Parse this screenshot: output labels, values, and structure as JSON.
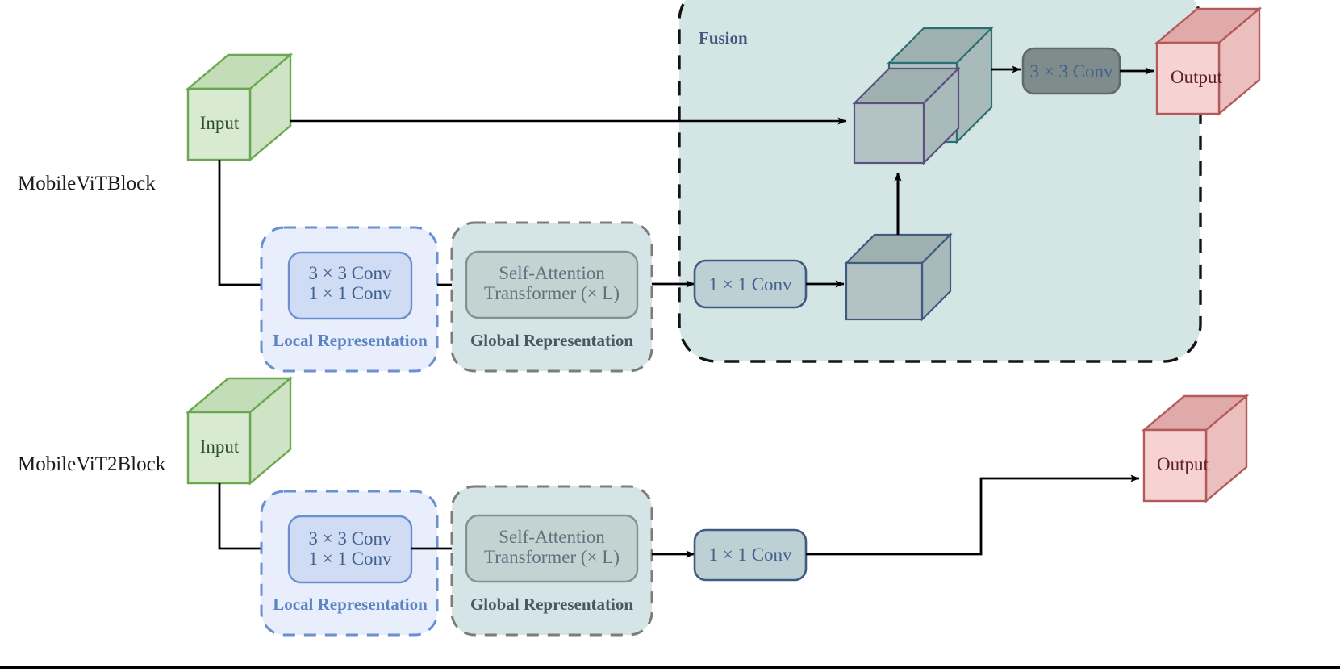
{
  "figure": {
    "title_visible": false,
    "rows": [
      {
        "id": "row1",
        "label": "MobileViTBlock"
      },
      {
        "id": "row2",
        "label": "MobileViT2Block"
      }
    ]
  },
  "colors": {
    "input_face": "#d9ead3",
    "input_top": "#c3ddb8",
    "input_side": "#cfe3c5",
    "input_stroke": "#6aa84f",
    "input_text": "#2f4f2f",
    "output_face": "#f6d2d2",
    "output_top": "#e0aaaa",
    "output_side": "#ecbfbf",
    "output_stroke": "#b55a5a",
    "output_text": "#5b1f24",
    "local_fill": "#e8eefb",
    "local_stroke": "#6b8fd0",
    "local_inner_fill": "#cfdcf4",
    "local_inner_stroke": "#6b8fd0",
    "local_text": "#5b84c4",
    "global_fill": "#d5e5e7",
    "global_stroke": "#7d7d74",
    "global_inner_fill": "#c2d3d2",
    "global_inner_stroke": "#7e9493",
    "global_text": "#4a585f",
    "fusion_fill": "#d4e6e4",
    "fusion_stroke": "#141414",
    "fusion_text": "#45567f",
    "conv_blue_fill": "#bdd0d4",
    "conv_blue_stroke": "#3f5b80",
    "conv_gray_fill": "#7f8c8c",
    "conv_gray_stroke": "#5f6b6b",
    "tensor_face": "#b3c3c4",
    "tensor_top": "#9fb0b1",
    "tensor_side": "#a9babb",
    "tensor_stroke_front": "#5b5183",
    "tensor_stroke_back": "#2c6f73",
    "tensor_stroke_plain": "#3f5b80",
    "arrow": "#000000",
    "page_rule": "#000000"
  },
  "row1": {
    "label": "MobileViTBlock",
    "input": {
      "name": "Input"
    },
    "local": {
      "group": "Local Representation",
      "lines": [
        "3 × 3 Conv",
        "1 × 1 Conv"
      ]
    },
    "global": {
      "group": "Global Representation",
      "lines": [
        "Self-Attention",
        "Transformer (× L)"
      ]
    },
    "fusion": {
      "group": "Fusion",
      "conv_1x1": "1 × 1 Conv",
      "conv_3x3": "3 × 3 Conv",
      "tensors": [
        "feature-cube-back",
        "feature-cube-front",
        "feature-cube-branch"
      ]
    },
    "output": {
      "name": "Output"
    }
  },
  "row2": {
    "label": "MobileViT2Block",
    "input": {
      "name": "Input"
    },
    "local": {
      "group": "Local Representation",
      "lines": [
        "3 × 3 Conv",
        "1 × 1 Conv"
      ]
    },
    "global": {
      "group": "Global Representation",
      "lines": [
        "Self-Attention",
        "Transformer (× L)"
      ]
    },
    "conv_1x1": "1 × 1 Conv",
    "output": {
      "name": "Output"
    }
  }
}
